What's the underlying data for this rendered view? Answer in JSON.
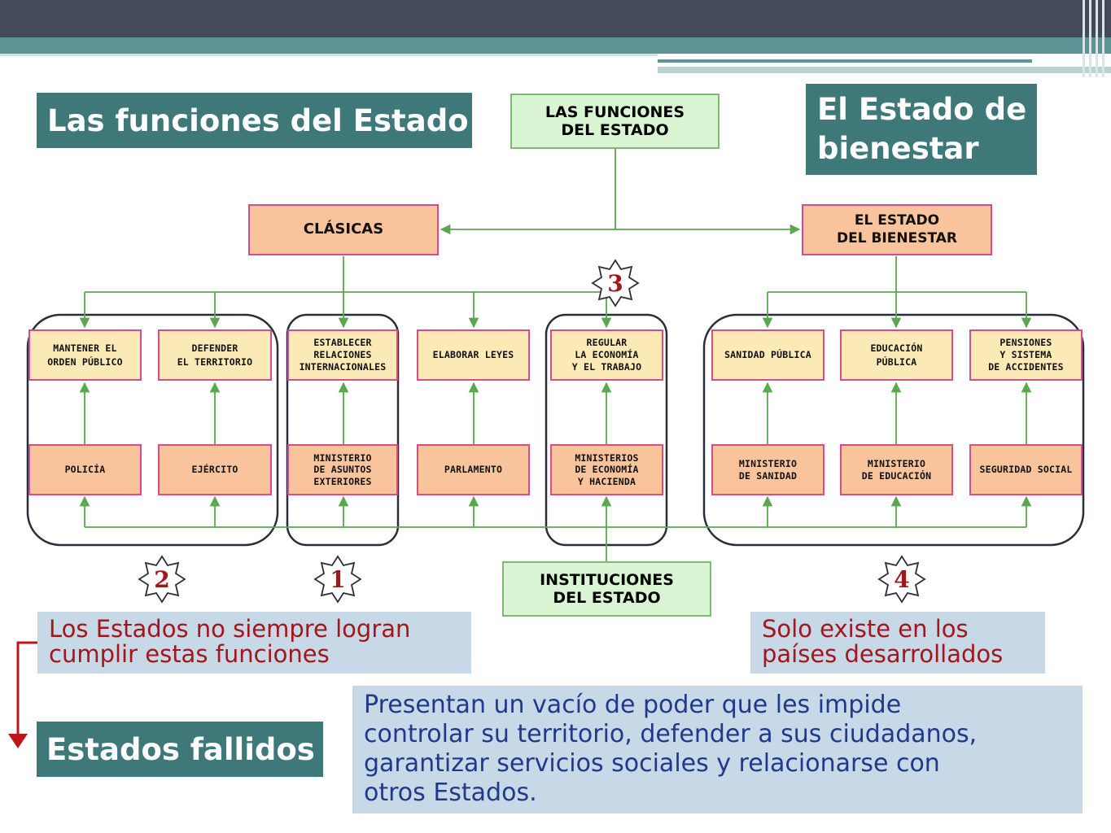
{
  "slide": {
    "title_left": "Las funciones del Estado",
    "title_right": "El Estado de\nbienestar",
    "failed_states": "Estados fallidos",
    "note_left": "Los Estados no siempre logran\ncumplir estas funciones",
    "note_right": "Solo existe en los\npaíses desarrollados",
    "note_bottom": "Presentan un vacío de poder que les impide\ncontrolar su territorio, defender a sus ciudadanos,\ngarantizar servicios sociales y relacionarse con\notros Estados."
  },
  "diagram": {
    "root": "LAS FUNCIONES\nDEL ESTADO",
    "classic": "CLÁSICAS",
    "welfare": "EL ESTADO\nDEL BIENESTAR",
    "institutions": "INSTITUCIONES\nDEL ESTADO",
    "functions": [
      "MANTENER EL\nORDEN PÚBLICO",
      "DEFENDER\nEL TERRITORIO",
      "ESTABLECER\nRELACIONES\nINTERNACIONALES",
      "ELABORAR LEYES",
      "REGULAR\nLA ECONOMÍA\nY EL TRABAJO",
      "SANIDAD PÚBLICA",
      "EDUCACIÓN\nPÚBLICA",
      "PENSIONES\nY SISTEMA\nDE ACCIDENTES"
    ],
    "institution_list": [
      "POLICÍA",
      "EJÉRCITO",
      "MINISTERIO\nDE ASUNTOS\nEXTERIORES",
      "PARLAMENTO",
      "MINISTERIOS\nDE ECONOMÍA\nY HACIENDA",
      "MINISTERIO\nDE SANIDAD",
      "MINISTERIO\nDE EDUCACIÓN",
      "SEGURIDAD SOCIAL"
    ],
    "badges": [
      "1",
      "2",
      "3",
      "4"
    ]
  },
  "colors": {
    "teal": "#3f7878",
    "green_fill": "#d9f5d3",
    "orange_fill": "#f9c49b",
    "yellow_fill": "#fbe9b6",
    "box_border": "#d94b8a",
    "connector": "#5aa84d",
    "note_fill": "#c7d8e6",
    "red_text": "#a3161b",
    "blue_text": "#1f3a8c"
  }
}
